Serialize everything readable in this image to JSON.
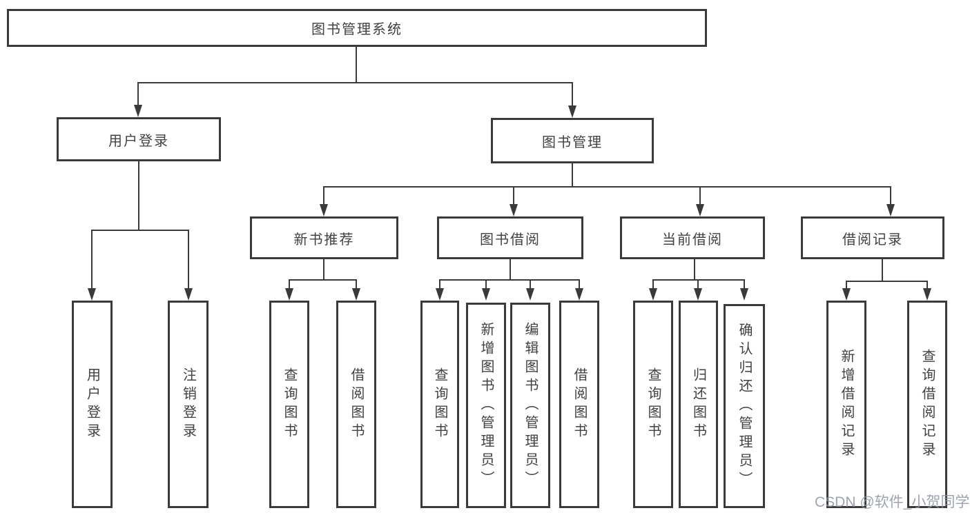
{
  "tree": {
    "root": "图书管理系统",
    "branches": [
      {
        "label": "用户登录",
        "children": [
          {
            "label": "用户登录"
          },
          {
            "label": "注销登录"
          }
        ]
      },
      {
        "label": "图书管理",
        "children": [
          {
            "label": "新书推荐",
            "children": [
              {
                "label": "查询图书"
              },
              {
                "label": "借阅图书"
              }
            ]
          },
          {
            "label": "图书借阅",
            "children": [
              {
                "label": "查询图书"
              },
              {
                "label": "新增图书（管理员）"
              },
              {
                "label": "编辑图书（管理员）"
              },
              {
                "label": "借阅图书"
              }
            ]
          },
          {
            "label": "当前借阅",
            "children": [
              {
                "label": "查询图书"
              },
              {
                "label": "归还图书"
              },
              {
                "label": "确认归还（管理员）"
              }
            ]
          },
          {
            "label": "借阅记录",
            "children": [
              {
                "label": "新增借阅记录"
              },
              {
                "label": "查询借阅记录"
              }
            ]
          }
        ]
      }
    ]
  },
  "watermark": "CSDN @软件_小贺同学",
  "colors": {
    "line": "#3a3a3a",
    "text": "#414141",
    "background": "#ffffff",
    "watermark": "#8e949e"
  }
}
